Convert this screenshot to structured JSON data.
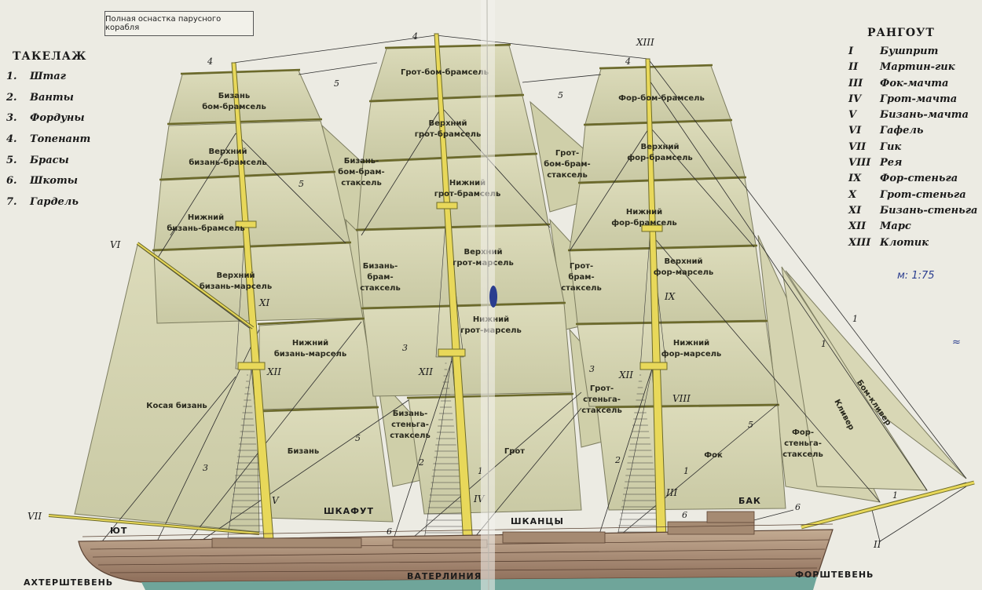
{
  "caption": "Полная оснастка парусного корабля",
  "rigging_legend": {
    "title": "ТАКЕЛАЖ",
    "items": [
      {
        "num": "1.",
        "label": "Штаг"
      },
      {
        "num": "2.",
        "label": "Ванты"
      },
      {
        "num": "3.",
        "label": "Фордуны"
      },
      {
        "num": "4.",
        "label": "Топенант"
      },
      {
        "num": "5.",
        "label": "Брасы"
      },
      {
        "num": "6.",
        "label": "Шкоты"
      },
      {
        "num": "7.",
        "label": "Гардель"
      }
    ]
  },
  "spar_legend": {
    "title": "РАНГОУТ",
    "items": [
      {
        "num": "I",
        "label": "Бушприт"
      },
      {
        "num": "II",
        "label": "Мартин-гик"
      },
      {
        "num": "III",
        "label": "Фок-мачта"
      },
      {
        "num": "IV",
        "label": "Грот-мачта"
      },
      {
        "num": "V",
        "label": "Бизань-мачта"
      },
      {
        "num": "VI",
        "label": "Гафель"
      },
      {
        "num": "VII",
        "label": "Гик"
      },
      {
        "num": "VIII",
        "label": "Рея"
      },
      {
        "num": "IX",
        "label": "Фор-стеньга"
      },
      {
        "num": "X",
        "label": "Грот-стеньга"
      },
      {
        "num": "XI",
        "label": "Бизань-стеньга"
      },
      {
        "num": "XII",
        "label": "Марс"
      },
      {
        "num": "XIII",
        "label": "Клотик"
      }
    ]
  },
  "sails": {
    "mizzen_royal": [
      "Бизань",
      "бом-брамсель"
    ],
    "mizzen_upper_topgallant": [
      "Верхний",
      "бизань-брамсель"
    ],
    "mizzen_lower_topgallant": [
      "Нижний",
      "бизань-брамсель"
    ],
    "mizzen_upper_topsail": [
      "Верхний",
      "бизань-марсель"
    ],
    "mizzen_lower_topsail": [
      "Нижний",
      "бизань-марсель"
    ],
    "mizzen_course": "Бизань",
    "spanker": "Косая бизань",
    "mizzen_royal_staysail": [
      "Бизань-",
      "бом-брам-",
      "стаксель"
    ],
    "mizzen_topgallant_staysail": [
      "Бизань-",
      "брам-",
      "стаксель"
    ],
    "mizzen_topmast_staysail": [
      "Бизань-",
      "стеньга-",
      "стаксель"
    ],
    "main_royal": "Грот-бом-брамсель",
    "main_upper_topgallant": [
      "Верхний",
      "грот-брамсель"
    ],
    "main_lower_topgallant": [
      "Нижний",
      "грот-брамсель"
    ],
    "main_upper_topsail": [
      "Верхний",
      "грот-марсель"
    ],
    "main_lower_topsail": [
      "Нижний",
      "грот-марсель"
    ],
    "main_course": "Грот",
    "main_royal_staysail": [
      "Грот-",
      "бом-брам-",
      "стаксель"
    ],
    "main_topgallant_staysail": [
      "Грот-",
      "брам-",
      "стаксель"
    ],
    "main_topmast_staysail": [
      "Грот-",
      "стеньга-",
      "стаксель"
    ],
    "fore_royal": "Фор-бом-брамсель",
    "fore_upper_topgallant": [
      "Верхний",
      "фор-брамсель"
    ],
    "fore_lower_topgallant": [
      "Нижний",
      "фор-брамсель"
    ],
    "fore_upper_topsail": [
      "Верхний",
      "фор-марсель"
    ],
    "fore_lower_topsail": [
      "Нижний",
      "фор-марсель"
    ],
    "fore_course": "Фок",
    "fore_topmast_staysail": [
      "Фор-",
      "стеньга-",
      "стаксель"
    ],
    "jib": "Кливер",
    "flying_jib": "Бом-кливер"
  },
  "deck": {
    "poop": "ЮТ",
    "waist": "ШКАФУТ",
    "quarterdeck": "ШКАНЦЫ",
    "forecastle": "БАК",
    "sternpost": "АХТЕРШТЕВЕНЬ",
    "stem": "ФОРШТЕВЕНЬ",
    "waterline": "ВАТЕРЛИНИЯ"
  },
  "handwritten_note": "м: 1:75",
  "colors": {
    "sail": "#d9d8b6",
    "sail_shadow": "#bfc09a",
    "mast": "#e8d85a",
    "hull": "#b79f86",
    "hull_dark": "#7a5a48",
    "keel": "#6fa59a",
    "background": "#ecebe3"
  }
}
